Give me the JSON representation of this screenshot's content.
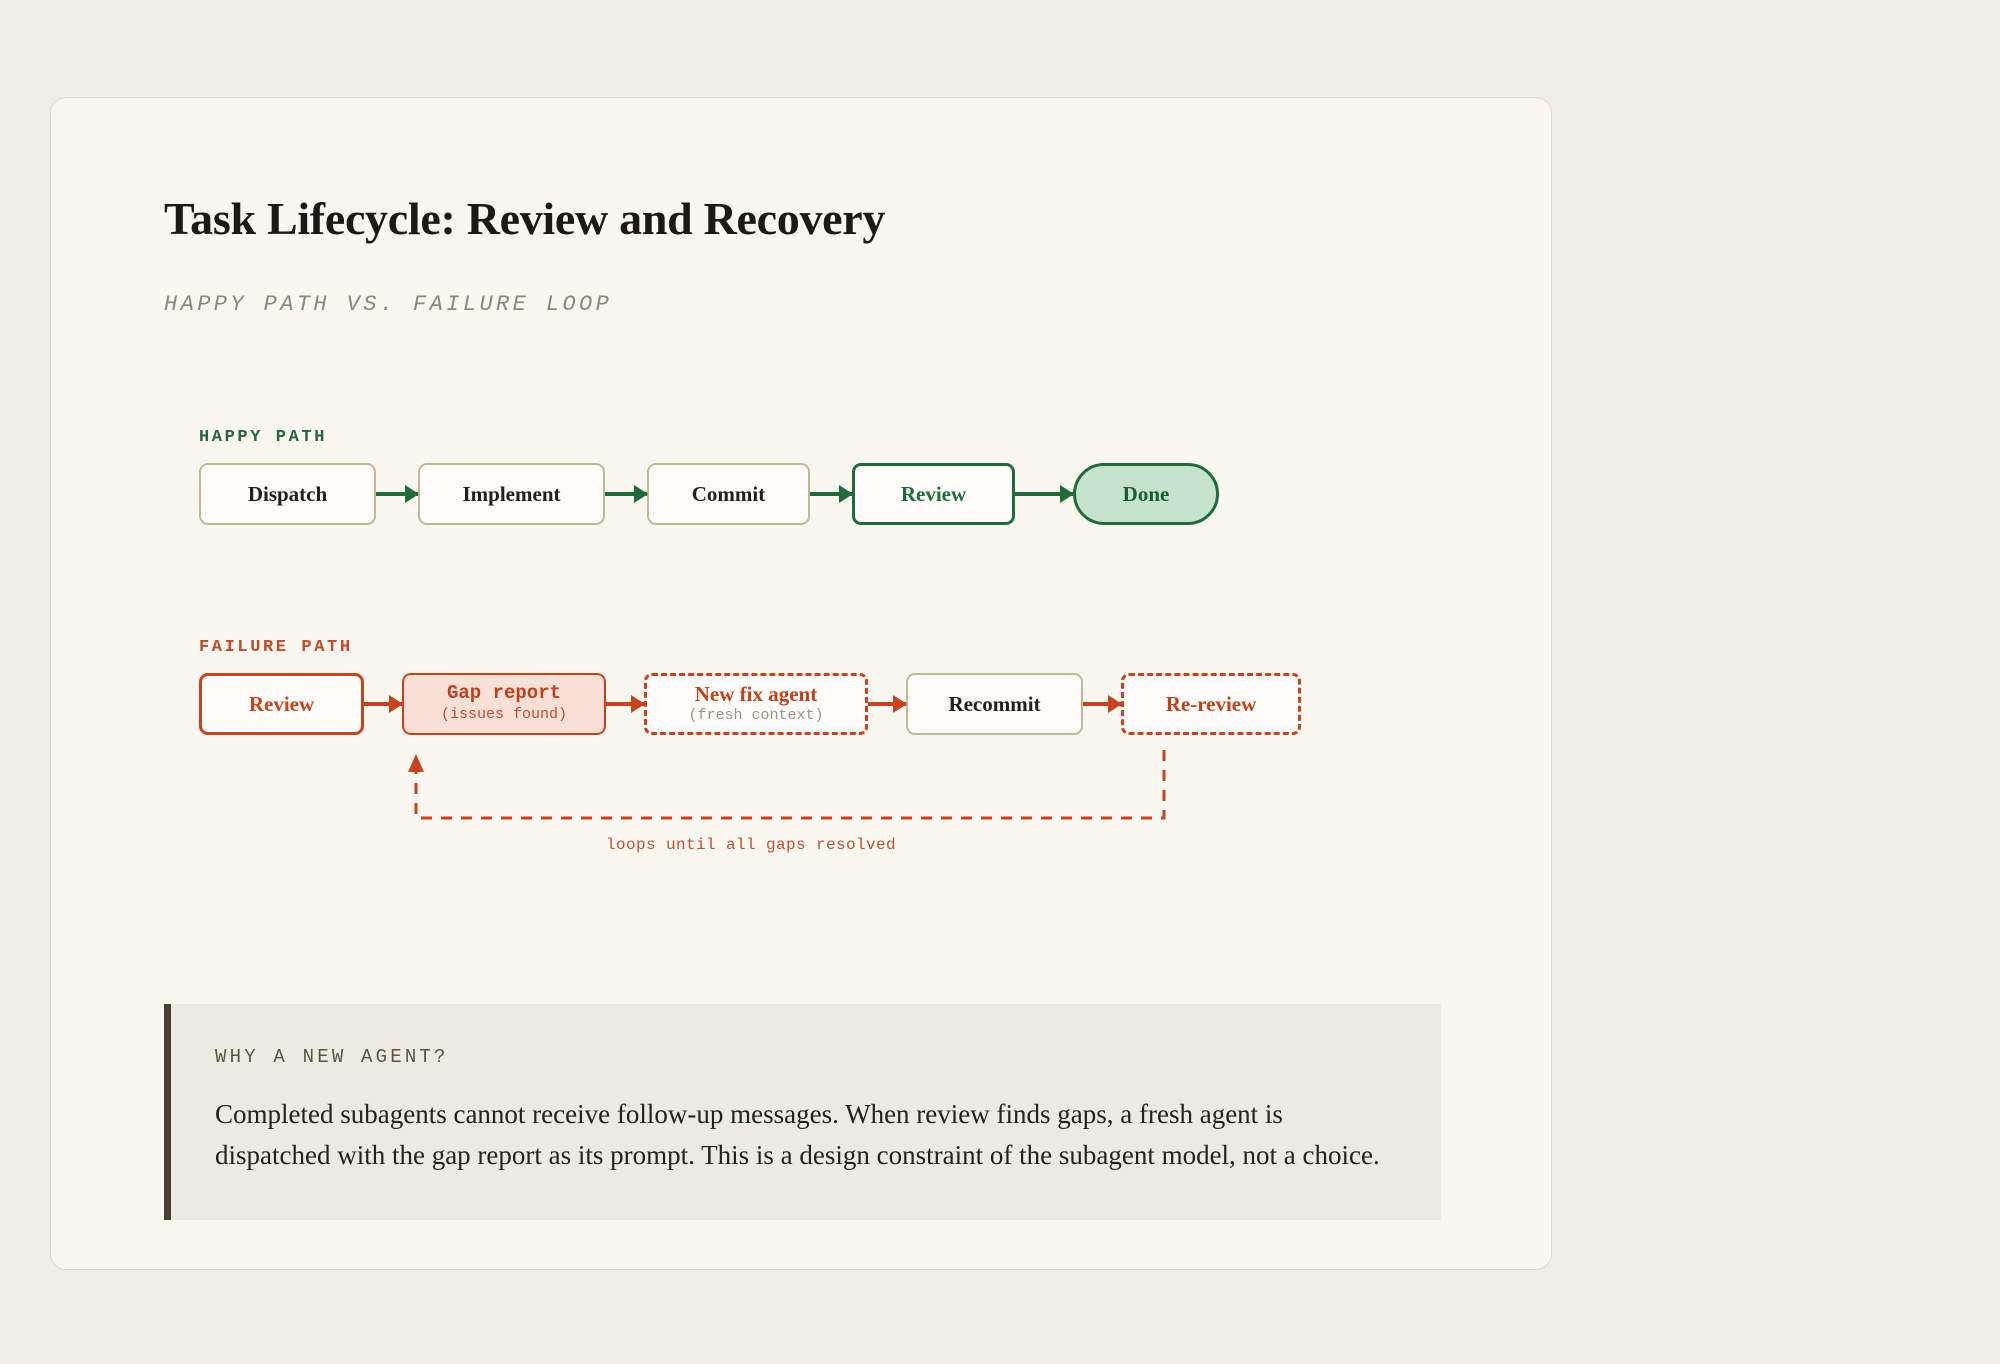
{
  "header": {
    "title": "Task Lifecycle: Review and Recovery",
    "subtitle": "HAPPY PATH VS. FAILURE LOOP"
  },
  "colors": {
    "page_background": "#f2efe9",
    "card_background": "#faf7f0",
    "card_border": "#e0d9c7",
    "happy_green": "#1f6b3a",
    "done_fill": "#c5e3cc",
    "failure_red": "#c7431f",
    "gap_report_fill": "#fadfd6",
    "neutral_border": "#c4b893",
    "callout_background": "#edeae1",
    "callout_bar": "#4a4031"
  },
  "happy_path": {
    "label": "HAPPY PATH",
    "nodes": [
      {
        "label": "Dispatch",
        "style": "neutral"
      },
      {
        "label": "Implement",
        "style": "neutral"
      },
      {
        "label": "Commit",
        "style": "neutral"
      },
      {
        "label": "Review",
        "style": "green"
      },
      {
        "label": "Done",
        "style": "done"
      }
    ]
  },
  "failure_path": {
    "label": "FAILURE PATH",
    "nodes": [
      {
        "label": "Review",
        "sublabel": "",
        "style": "red-solid"
      },
      {
        "label": "Gap report",
        "sublabel": "(issues found)",
        "style": "red-fill"
      },
      {
        "label": "New fix agent",
        "sublabel": "(fresh context)",
        "style": "red-dashed"
      },
      {
        "label": "Recommit",
        "sublabel": "",
        "style": "neutral"
      },
      {
        "label": "Re-review",
        "sublabel": "",
        "style": "red-dashed"
      }
    ],
    "loop_caption": "loops until all gaps resolved"
  },
  "callout": {
    "heading": "WHY A NEW AGENT?",
    "body": "Completed subagents cannot receive follow-up messages. When review finds gaps, a fresh agent is dispatched with the gap report as its prompt. This is a design constraint of the subagent model, not a choice."
  }
}
